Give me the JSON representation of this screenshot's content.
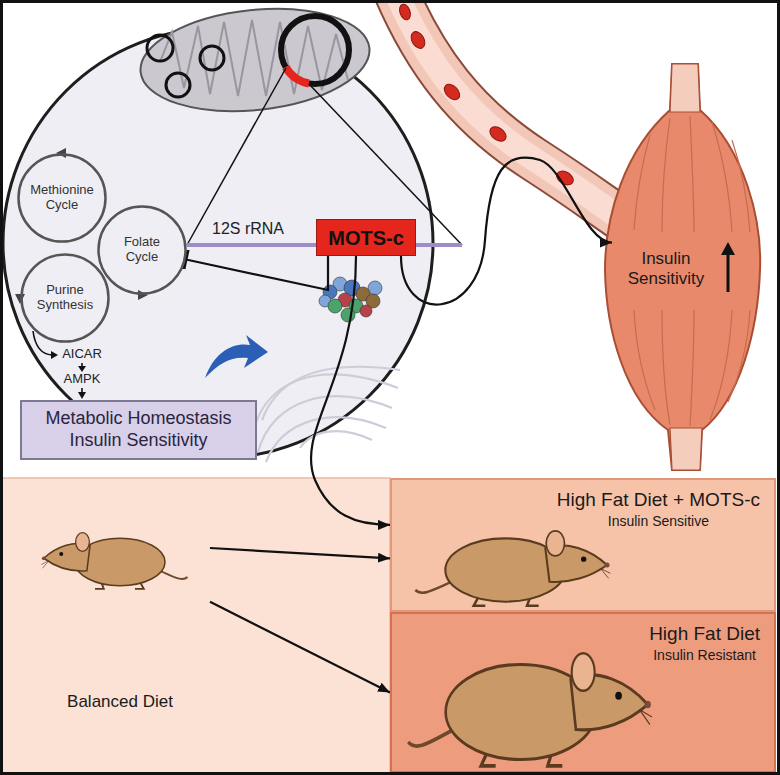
{
  "diagram": {
    "nodes": [
      {
        "text": [
          "Methionine Cycle"
        ]
      },
      {
        "text": [
          "Folate Cycle"
        ]
      },
      {
        "text": [
          "Purine Synthesis"
        ]
      },
      {
        "text": [
          "MOTS-c"
        ]
      },
      {
        "text": [
          "Metabolic Homeostasis Insulin Sensitivity"
        ]
      },
      {
        "text": [
          "Insulin Sensitivity"
        ]
      },
      {
        "text": [
          "Balanced Diet"
        ]
      },
      {
        "text": [
          "High Fat Diet + MOTS-c",
          "Insulin Sensitive"
        ]
      },
      {
        "text": [
          "High Fat Diet",
          "Insulin Resistant"
        ]
      }
    ],
    "edges": [
      {
        "from": 3,
        "to": 1,
        "arrow": "to"
      },
      {
        "from": 3,
        "to": 5,
        "arrow": "to"
      },
      {
        "from": 3,
        "to": 7,
        "arrow": "to"
      },
      {
        "from": 6,
        "to": 7,
        "arrow": "to"
      },
      {
        "from": 6,
        "to": 8,
        "arrow": "to"
      }
    ],
    "labels": [
      "12S rRNA",
      "AICAR",
      "AMPK"
    ]
  }
}
